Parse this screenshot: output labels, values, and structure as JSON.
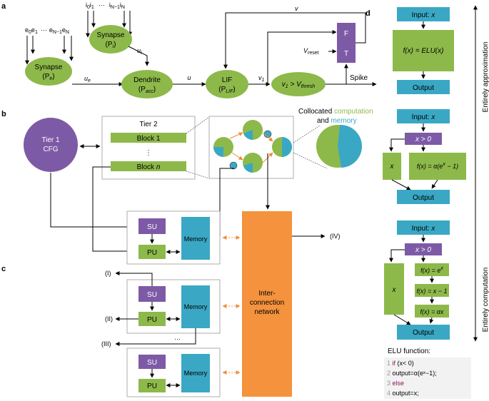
{
  "colors": {
    "green": "#8db94a",
    "blue": "#3aa8c4",
    "purple": "#7d5aa6",
    "orange": "#f5923e"
  },
  "panels": {
    "a": "a",
    "b": "b",
    "c": "c",
    "d": "d"
  },
  "a": {
    "synapse_e_title": "Synapse",
    "synapse_e_sub": "(P",
    "synapse_e_subscript": "e",
    "synapse_i_title": "Synapse",
    "synapse_i_sub": "(P",
    "synapse_i_subscript": "i",
    "dendrite_title": "Dendrite",
    "dendrite_sub": "(P",
    "dendrite_subscript": "acc",
    "lif_title": "LIF",
    "lif_sub": "(P",
    "lif_subscript": "LIF",
    "thresh": "v",
    "thresh_sub1": "1",
    "thresh_gt": " > V",
    "thresh_sub2": "thresh",
    "e_inputs": "e",
    "e_inputs_s0": "0",
    "e_inputs_e1": "e",
    "e_inputs_s1": "1",
    "e_dots": "···",
    "e_inputs_en1": "e",
    "e_inputs_sn1": "N−1",
    "e_inputs_en": "e",
    "e_inputs_sn": "N",
    "i_inputs": "i",
    "i_inputs_s0": "0",
    "i_inputs_i1": "i",
    "i_inputs_s1": "1",
    "i_dots": "···",
    "i_inputs_in1": "i",
    "i_inputs_sn1": "N−1",
    "i_inputs_in": "i",
    "i_inputs_sn": "N",
    "u_e": "u",
    "u_e_sub": "e",
    "u_i": "u",
    "u_i_sub": "i",
    "u": "u",
    "v": "v",
    "v1": "v",
    "v1_sub": "1",
    "vreset": "V",
    "vreset_sub": "reset",
    "mux_f": "F",
    "mux_t": "T",
    "spike": "Spike"
  },
  "b": {
    "tier1_line1": "Tier 1",
    "tier1_line2": "CFG",
    "tier2": "Tier 2",
    "block1": "Block 1",
    "blockn": "Block ",
    "blockn_it": "n",
    "vdots": "⋮",
    "collocated_pre": "Collocated ",
    "collocated_comp": "computation",
    "collocated_and": "and ",
    "collocated_mem": "memory"
  },
  "c": {
    "su": "SU",
    "pu": "PU",
    "memory": "Memory",
    "network_line1": "Inter-",
    "network_line2": "connection",
    "network_line3": "network",
    "out_i": "(I)",
    "out_ii": "(II)",
    "out_iii": "(III)",
    "out_iv": "(IV)",
    "dots": "···"
  },
  "d": {
    "input": "Input: ",
    "input_x": "x",
    "elu": "f(x) = ELU(x)",
    "output": "Output",
    "cond": "x > 0",
    "x": "x",
    "f_exp": "f(x) = α(e",
    "f_exp_sup": "x",
    "f_exp_end": " − 1)",
    "f_ex": "f(x) = e",
    "f_ex_sup": "x",
    "f_xm1": "f(x) = x − 1",
    "f_ax": "f(x) = αx",
    "approx": "Entirely approximation",
    "computation": "Entirely computation",
    "elu_function": "ELU function:",
    "code": [
      {
        "num": "1",
        "kw": "if",
        "rest": " (x< 0)"
      },
      {
        "num": "2",
        "kw": "",
        "rest": "    output=α(eˣ−1);"
      },
      {
        "num": "3",
        "kw": "else",
        "rest": ""
      },
      {
        "num": "4",
        "kw": "",
        "rest": "    output=x;"
      }
    ]
  }
}
